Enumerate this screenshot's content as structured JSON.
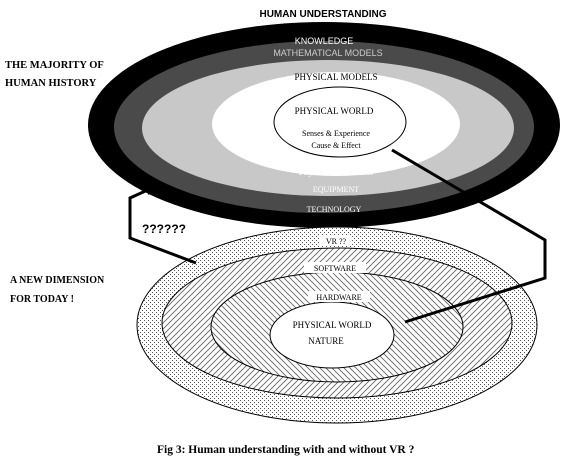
{
  "title": "HUMAN UNDERSTANDING",
  "left_labels": {
    "history_line1": "THE MAJORITY OF",
    "history_line2": "HUMAN HISTORY",
    "today_line1": "A NEW DIMENSION",
    "today_line2": "FOR TODAY !"
  },
  "question": "??????",
  "top_diagram": {
    "rings": [
      "KNOWLEDGE",
      "MATHEMATICAL MODELS",
      "PHYSICAL MODELS"
    ],
    "core_title": "PHYSICAL WORLD",
    "core_line1": "Senses & Experience",
    "core_line2": "Cause & Effect",
    "bottom_band": [
      "Physical Limitations",
      "EQUIPMENT",
      "TECHNOLOGY"
    ]
  },
  "bottom_diagram": {
    "rings": [
      "VR ??",
      "SOFTWARE",
      "HARDWARE"
    ],
    "core_title": "PHYSICAL WORLD",
    "core_line1": "NATURE"
  },
  "caption": "Fig 3: Human understanding with and without VR ?",
  "colors": {
    "black": "#000000",
    "dark_gray": "#4a4a4a",
    "light_gray": "#c8c8c8",
    "white": "#ffffff"
  }
}
